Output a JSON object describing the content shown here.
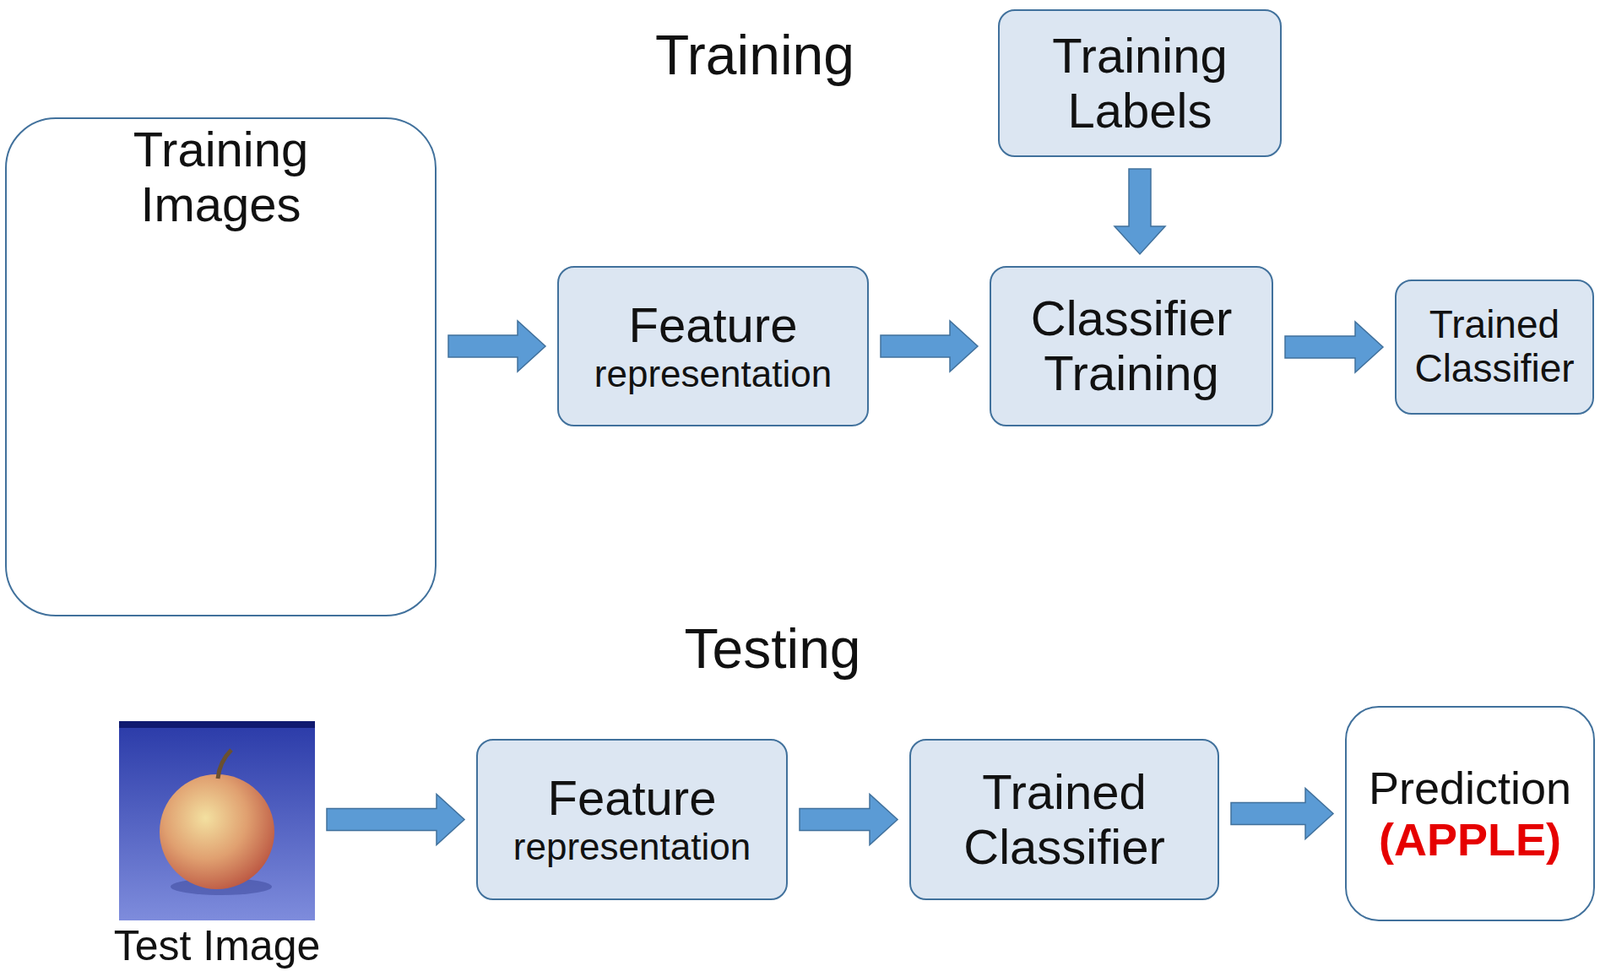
{
  "diagram": {
    "nodes": [
      {
        "text": [
          "Training Images"
        ]
      },
      {
        "text": [
          "Training Labels"
        ]
      },
      {
        "text": [
          "Feature",
          "representation"
        ]
      },
      {
        "text": [
          "Classifier Training"
        ]
      },
      {
        "text": [
          "Trained Classifier"
        ]
      },
      {
        "text": [
          "Test Image"
        ]
      },
      {
        "text": [
          "Feature",
          "representation"
        ]
      },
      {
        "text": [
          "Trained Classifier"
        ]
      },
      {
        "text": [
          "Prediction",
          "(APPLE)"
        ]
      }
    ],
    "edges": [
      {
        "from": 0,
        "to": 2,
        "arrow": "to"
      },
      {
        "from": 2,
        "to": 3,
        "arrow": "to"
      },
      {
        "from": 1,
        "to": 3,
        "arrow": "to"
      },
      {
        "from": 3,
        "to": 4,
        "arrow": "to"
      },
      {
        "from": 5,
        "to": 6,
        "arrow": "to"
      },
      {
        "from": 6,
        "to": 7,
        "arrow": "to"
      },
      {
        "from": 7,
        "to": 8,
        "arrow": "to"
      }
    ],
    "labels": [
      "Training",
      "Testing"
    ]
  }
}
